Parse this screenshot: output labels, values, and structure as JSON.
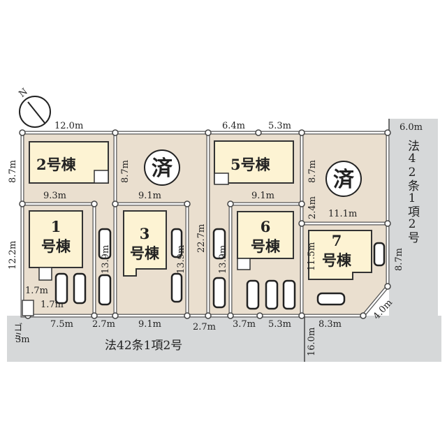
{
  "compass": {
    "label": "N"
  },
  "roads": {
    "bottom": "法42条1項2号",
    "right": "法42条1項2号"
  },
  "buildings": {
    "b2": "2号棟",
    "b1_num": "1",
    "b1_suffix": "号棟",
    "b3_num": "3",
    "b3_suffix": "号棟",
    "b5": "5号棟",
    "b6_num": "6",
    "b6_suffix": "号棟",
    "b7_num": "7",
    "b7_suffix": "号棟"
  },
  "sold": {
    "left": "済",
    "right": "済"
  },
  "garbage": {
    "label": "ゴミ",
    "size": "3m"
  },
  "dims": {
    "top_12_0": "12.0m",
    "top_6_4": "6.4m",
    "top_5_3": "5.3m",
    "road_6_0": "6.0m",
    "left_8_7": "8.7m",
    "left_12_2": "12.2m",
    "mid_8_7": "8.7m",
    "mid_22_7": "22.7m",
    "h_9_3": "9.3m",
    "h_9_1a": "9.1m",
    "h_9_1b": "9.1m",
    "h_11_1": "11.1m",
    "drv1_13_9": "13.9m",
    "drv3_13_9": "13.9m",
    "drv6_13_9": "13.9m",
    "r_8_7": "8.7m",
    "r_2_4": "2.4m",
    "r_11_5": "11.5m",
    "r_8_7b": "8.7m",
    "g_1_7a": "1.7m",
    "g_1_7b": "1.7m",
    "b_7_5": "7.5m",
    "b_2_7a": "2.7m",
    "b_9_1": "9.1m",
    "b_2_7b": "2.7m",
    "b_3_7": "3.7m",
    "b_5_3": "5.3m",
    "b_8_3": "8.3m",
    "corner_4_0": "4.0m",
    "road_16_0": "16.0m"
  },
  "colors": {
    "lot": "#eadfcf",
    "building": "#fdf3d3",
    "road": "#d6d8d9"
  }
}
